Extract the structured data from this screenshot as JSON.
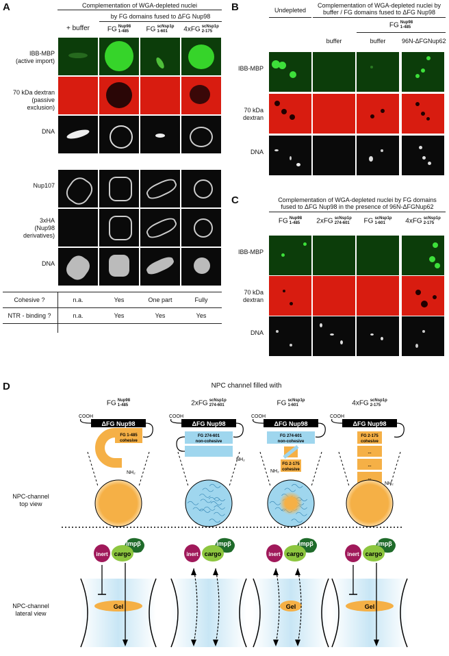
{
  "panelA": {
    "label": "A",
    "title": "Complementation of WGA-depleted nuclei",
    "subtitle": "by FG domains fused to ΔFG Nup98",
    "columns": [
      {
        "main": "+ buffer",
        "sup": "",
        "sub": ""
      },
      {
        "main": "FG",
        "sup": "Nup98",
        "sub": "1-485"
      },
      {
        "main": "FG",
        "sup": "scNsp1p",
        "sub": "1-601"
      },
      {
        "main": "4xFG",
        "sup": "scNsp1p",
        "sub": "2-175"
      }
    ],
    "rows_top": [
      {
        "line1": "IBB-MBP",
        "line2": "(active import)"
      },
      {
        "line1": "70 kDa dextran",
        "line2": "(passive exclusion)"
      },
      {
        "line1": "DNA",
        "line2": ""
      }
    ],
    "rows_bottom": [
      {
        "line1": "Nup107",
        "line2": "",
        "line3": ""
      },
      {
        "line1": "3xHA",
        "line2": "(Nup98",
        "line3": "derivatives)"
      },
      {
        "line1": "DNA",
        "line2": "",
        "line3": ""
      }
    ],
    "table": [
      {
        "label": "Cohesive ?",
        "values": [
          "n.a.",
          "Yes",
          "One part",
          "Fully"
        ]
      },
      {
        "label": "NTR - binding ?",
        "values": [
          "n.a.",
          "Yes",
          "Yes",
          "Yes"
        ]
      }
    ]
  },
  "panelB": {
    "label": "B",
    "col0": "Undepleted",
    "title1": "Complementation of WGA-depleted nuclei by",
    "title2": "buffer / FG domains fused to ΔFG Nup98",
    "fg": {
      "main": "FG",
      "sup": "Nup98",
      "sub": "1-485"
    },
    "columns": [
      "buffer",
      "buffer",
      "96N-ΔFGNup62"
    ],
    "rows": [
      {
        "line1": "IBB-MBP",
        "line2": ""
      },
      {
        "line1": "70 kDa",
        "line2": "dextran"
      },
      {
        "line1": "DNA",
        "line2": ""
      }
    ]
  },
  "panelC": {
    "label": "C",
    "title1": "Complementation of WGA-depleted nuclei by FG domains",
    "title2": "fused to ΔFG Nup98 in the presence of 96N-ΔFGNup62",
    "columns": [
      {
        "main": "FG",
        "sup": "Nup98",
        "sub": "1-485"
      },
      {
        "main": "2xFG",
        "sup": "scNsp1p",
        "sub": "274-601"
      },
      {
        "main": "FG",
        "sup": "scNsp1p",
        "sub": "1-601"
      },
      {
        "main": "4xFG",
        "sup": "scNsp1p",
        "sub": "2-175"
      }
    ],
    "rows": [
      {
        "line1": "IBB-MBP",
        "line2": ""
      },
      {
        "line1": "70 kDa",
        "line2": "dextran"
      },
      {
        "line1": "DNA",
        "line2": ""
      }
    ]
  },
  "panelD": {
    "label": "D",
    "title": "NPC channel filled with",
    "columns": [
      {
        "main": "FG",
        "sup": "Nup98",
        "sub": "1-485"
      },
      {
        "main": "2xFG",
        "sup": "scNsp1p",
        "sub": "274-601"
      },
      {
        "main": "FG",
        "sup": "scNsp1p",
        "sub": "1-601"
      },
      {
        "main": "4xFG",
        "sup": "scNsp1p",
        "sub": "2-175"
      }
    ],
    "anchor": "ΔFG Nup98",
    "cooh": "COOH",
    "nh2": "NH₂",
    "boxes": {
      "fg1485": [
        "FG 1-485",
        "cohesive"
      ],
      "fg274": [
        "FG 274-601",
        "non-cohesive"
      ],
      "fg2175": [
        "FG 2-175",
        "cohesive"
      ],
      "dots": "..."
    },
    "top_view_label": [
      "NPC-channel",
      "top view"
    ],
    "lateral_view_label": [
      "NPC-channel",
      "lateral view"
    ],
    "inert": "inert",
    "cargo": "cargo",
    "impb": "Impβ",
    "gel": "Gel",
    "colors": {
      "cohesive": "#f5b046",
      "noncohesive": "#9fd6ee",
      "inert": "#a0195a",
      "cargo": "#8dc63f",
      "impb": "#1f6b2a"
    }
  }
}
